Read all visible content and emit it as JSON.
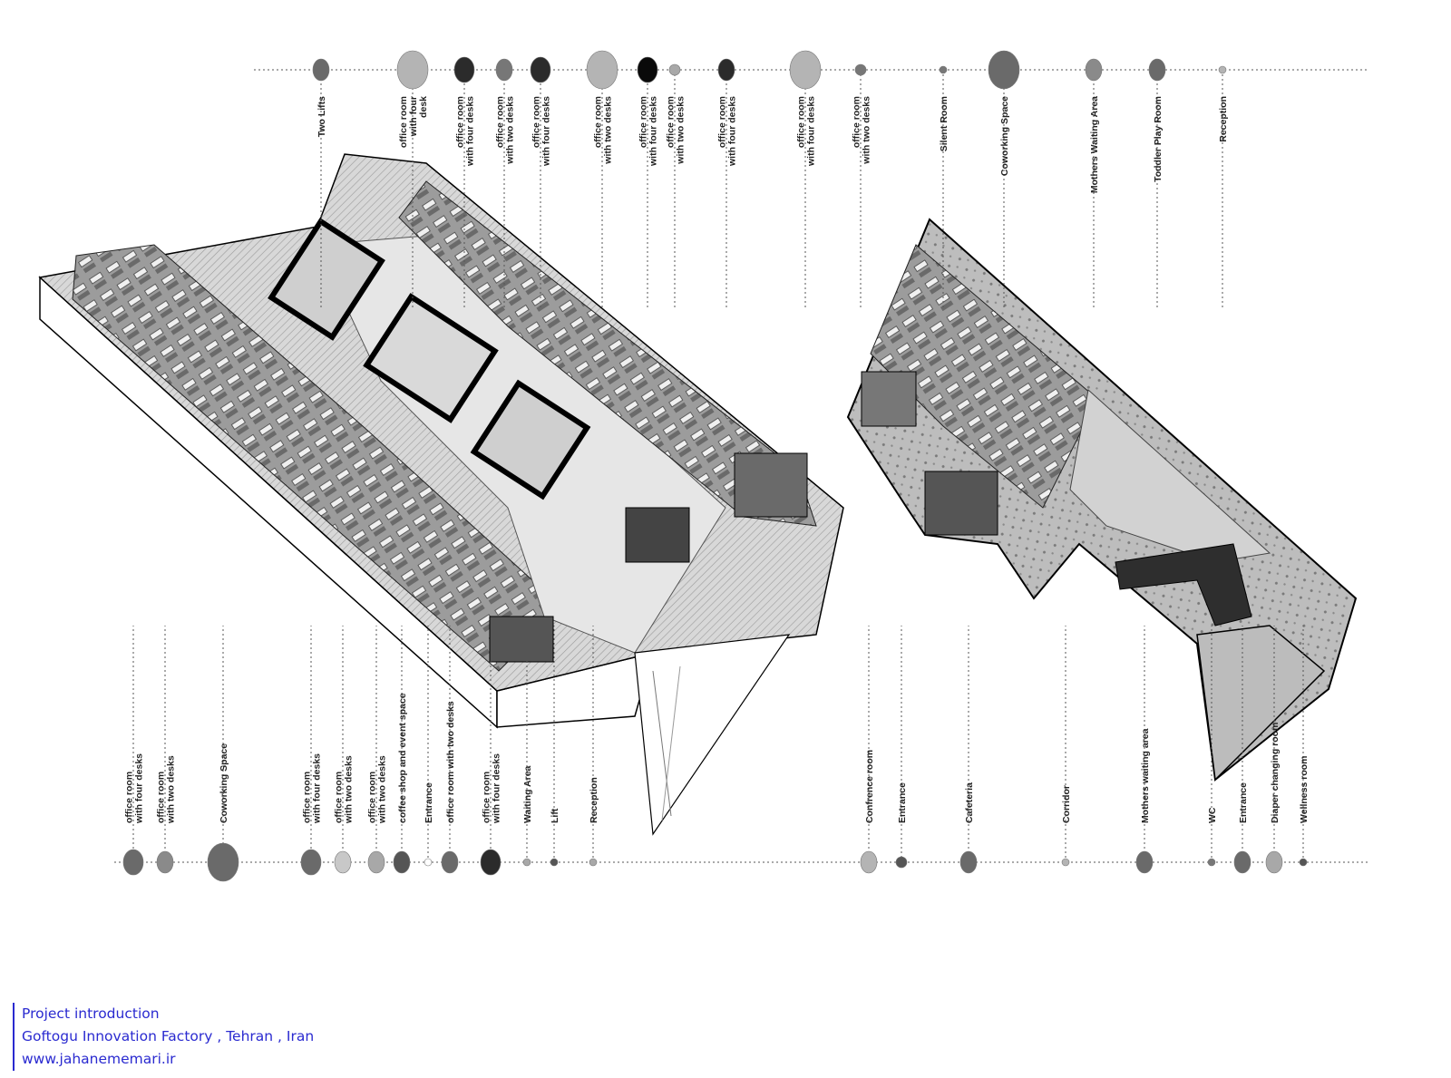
{
  "top_labels": [
    {
      "lines": [
        "Two Lifts"
      ],
      "shade": "#6a6a6a",
      "size": "m"
    },
    {
      "lines": [
        "office room",
        "with four",
        "desk"
      ],
      "shade": "#b4b4b4",
      "size": "xl"
    },
    {
      "lines": [
        "office room",
        "with four desks"
      ],
      "shade": "#2b2b2b",
      "size": "l"
    },
    {
      "lines": [
        "office room",
        "with two desks"
      ],
      "shade": "#777777",
      "size": "m"
    },
    {
      "lines": [
        "office room",
        "with four desks"
      ],
      "shade": "#2b2b2b",
      "size": "l"
    },
    {
      "lines": [
        "office room",
        "with two desks"
      ],
      "shade": "#b4b4b4",
      "size": "xl"
    },
    {
      "lines": [
        "office room",
        "with four desks"
      ],
      "shade": "#0a0a0a",
      "size": "l"
    },
    {
      "lines": [
        "office room",
        "with two desks"
      ],
      "shade": "#a8a8a8",
      "size": "s"
    },
    {
      "lines": [
        "office room",
        "with four desks"
      ],
      "shade": "#2b2b2b",
      "size": "m"
    },
    {
      "lines": [
        "office room",
        "with four desks"
      ],
      "shade": "#b4b4b4",
      "size": "xl"
    },
    {
      "lines": [
        "office room",
        "with two desks"
      ],
      "shade": "#777777",
      "size": "s"
    },
    {
      "lines": [
        "Silent Room"
      ],
      "shade": "#777777",
      "size": "xs"
    },
    {
      "lines": [
        "Coworking Space"
      ],
      "shade": "#6a6a6a",
      "size": "xl"
    },
    {
      "lines": [
        "Mothers Waiting Area"
      ],
      "shade": "#8a8a8a",
      "size": "m"
    },
    {
      "lines": [
        "Toddler Play Room"
      ],
      "shade": "#6a6a6a",
      "size": "m"
    },
    {
      "lines": [
        "Reception"
      ],
      "shade": "#b4b4b4",
      "size": "xs"
    }
  ],
  "bottom_labels": [
    {
      "lines": [
        "office room",
        "with four desks"
      ],
      "shade": "#6a6a6a",
      "size": "l"
    },
    {
      "lines": [
        "office room",
        "with two desks"
      ],
      "shade": "#8a8a8a",
      "size": "m"
    },
    {
      "lines": [
        "Coworking Space"
      ],
      "shade": "#6a6a6a",
      "size": "xl"
    },
    {
      "lines": [
        "office room",
        "with four desks"
      ],
      "shade": "#6a6a6a",
      "size": "l"
    },
    {
      "lines": [
        "office room",
        "with two desks"
      ],
      "shade": "#c8c8c8",
      "size": "m"
    },
    {
      "lines": [
        "office room",
        "with two desks"
      ],
      "shade": "#a8a8a8",
      "size": "m"
    },
    {
      "lines": [
        "coffee shop and event space"
      ],
      "shade": "#555555",
      "size": "m"
    },
    {
      "lines": [
        "Entrance"
      ],
      "shade": "#ffffff",
      "size": "xs"
    },
    {
      "lines": [
        "office room with two desks"
      ],
      "shade": "#6a6a6a",
      "size": "m"
    },
    {
      "lines": [
        "office room",
        "with four desks"
      ],
      "shade": "#2b2b2b",
      "size": "l"
    },
    {
      "lines": [
        "Waiting Area"
      ],
      "shade": "#a8a8a8",
      "size": "xs"
    },
    {
      "lines": [
        "Lift"
      ],
      "shade": "#555555",
      "size": "xs"
    },
    {
      "lines": [
        "Reception"
      ],
      "shade": "#a8a8a8",
      "size": "xs"
    },
    {
      "lines": [
        "Confrence room"
      ],
      "shade": "#b4b4b4",
      "size": "m"
    },
    {
      "lines": [
        "Entrance"
      ],
      "shade": "#555555",
      "size": "s"
    },
    {
      "lines": [
        "Cafeteria"
      ],
      "shade": "#6a6a6a",
      "size": "m"
    },
    {
      "lines": [
        "Corridor"
      ],
      "shade": "#b4b4b4",
      "size": "xs"
    },
    {
      "lines": [
        "Mothers waiting area"
      ],
      "shade": "#6a6a6a",
      "size": "m"
    },
    {
      "lines": [
        "WC"
      ],
      "shade": "#777777",
      "size": "xs"
    },
    {
      "lines": [
        "Entrance"
      ],
      "shade": "#6a6a6a",
      "size": "m"
    },
    {
      "lines": [
        "Diaper changing room"
      ],
      "shade": "#a8a8a8",
      "size": "m"
    },
    {
      "lines": [
        "Wellness room"
      ],
      "shade": "#555555",
      "size": "xs"
    }
  ],
  "intro": {
    "title": "Project introduction",
    "project": "Goftogu Innovation Factory , Tehran , Iran",
    "website": "www.jahanememari.ir"
  },
  "colors": {
    "intro_text": "#2a2ad0",
    "leader_line": "#555555"
  }
}
